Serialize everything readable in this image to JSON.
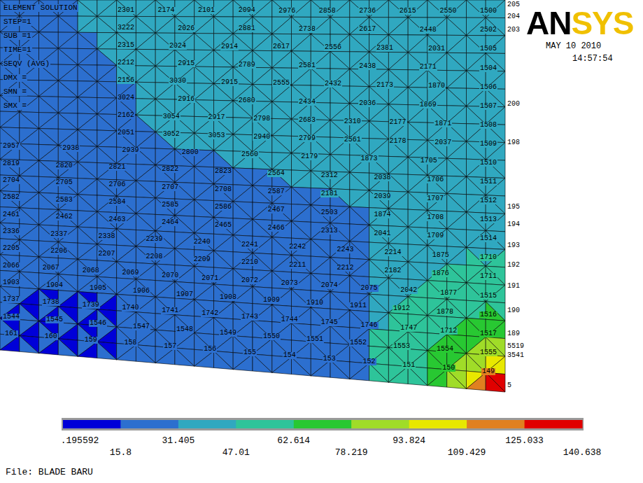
{
  "diagram": {
    "labels": [
      "ANSYS",
      "MAY 10 2010",
      "14:57:54",
      "ELEMENT SOLUTION",
      "STEP=1",
      "SUB =1",
      "TIME=1",
      "SEQV (AVG)",
      "DMX =",
      "SMN =",
      "SMX =",
      "2301",
      "2174",
      "2101",
      "2094",
      "2976",
      "2858",
      "2736",
      "2615",
      "2550",
      "1500",
      "3222",
      "2026",
      "2881",
      "2738",
      "2617",
      "2448",
      "2502",
      "2315",
      "2024",
      "2914",
      "2617",
      "2556",
      "2381",
      "2031",
      "1505",
      "2212",
      "2915",
      "2789",
      "2581",
      "2438",
      "2171",
      "1504",
      "2156",
      "3030",
      "2915",
      "2555",
      "2432",
      "2173",
      "1870",
      "1506",
      "3024",
      "2916",
      "2680",
      "2434",
      "2036",
      "1869",
      "1507",
      "2162",
      "3054",
      "2917",
      "2798",
      "2683",
      "2310",
      "2177",
      "1871",
      "1508",
      "2051",
      "3052",
      "3053",
      "2940",
      "2799",
      "2561",
      "2178",
      "2037",
      "1509",
      "2957",
      "2938",
      "2939",
      "2800",
      "2560",
      "2179",
      "1873",
      "1705",
      "1510",
      "2819",
      "2820",
      "2821",
      "2822",
      "2823",
      "2564",
      "2312",
      "2038",
      "1706",
      "1511",
      "2704",
      "2705",
      "2706",
      "2707",
      "2708",
      "2587",
      "2181",
      "2039",
      "1707",
      "1512",
      "2582",
      "2583",
      "2584",
      "2585",
      "2586",
      "2467",
      "2503",
      "1874",
      "1708",
      "1513",
      "2461",
      "2462",
      "2463",
      "2464",
      "2465",
      "2466",
      "2313",
      "2041",
      "1709",
      "1514",
      "2336",
      "2337",
      "2338",
      "2239",
      "2240",
      "2241",
      "2242",
      "2243",
      "2214",
      "1875",
      "1710",
      "2205",
      "2206",
      "2207",
      "2208",
      "2209",
      "2210",
      "2211",
      "2212",
      "2182",
      "1876",
      "1711",
      "2066",
      "2067",
      "2068",
      "2069",
      "2070",
      "2071",
      "2072",
      "2073",
      "2074",
      "2075",
      "2042",
      "1877",
      "1515",
      "1903",
      "1904",
      "1905",
      "1906",
      "1907",
      "1908",
      "1909",
      "1910",
      "1911",
      "1912",
      "1878",
      "1516",
      "1737",
      "1738",
      "1739",
      "1740",
      "1741",
      "1742",
      "1743",
      "1744",
      "1745",
      "1746",
      "1747",
      "1712",
      "1517",
      "1544",
      "1545",
      "1546",
      "1547",
      "1548",
      "1549",
      "1550",
      "1551",
      "1552",
      "1553",
      "1554",
      "1555",
      "161",
      "160",
      "159",
      "158",
      "157",
      "156",
      "155",
      "154",
      "153",
      "152",
      "151",
      "150",
      "149",
      "205",
      "204",
      "203",
      "200",
      "198",
      "195",
      "194",
      "193",
      "192",
      "191",
      "190",
      "189",
      "5519",
      "3541",
      "5",
      "140.638",
      "File: BLADE BARU"
    ],
    "legend": [
      {
        "text": ".195592",
        "color": "#0000d8"
      },
      {
        "text": "15.8",
        "color": "#2c6fcf"
      },
      {
        "text": "31.405",
        "color": "#30a8c0"
      },
      {
        "text": "47.01",
        "color": "#2ec49a"
      },
      {
        "text": "62.614",
        "color": "#28c832"
      },
      {
        "text": "78.219",
        "color": "#a0dc28"
      },
      {
        "text": "93.824",
        "color": "#e8e800"
      },
      {
        "text": "109.429",
        "color": "#e08020"
      },
      {
        "text": "125.033",
        "color": "#e00000"
      }
    ]
  }
}
